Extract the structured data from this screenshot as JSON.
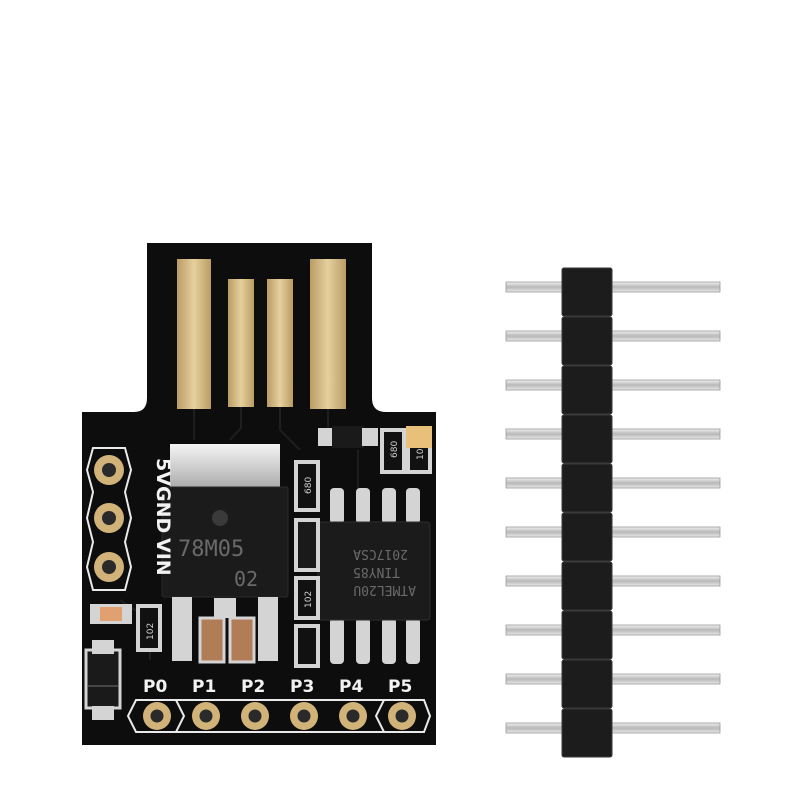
{
  "board": {
    "power_labels": [
      "5V",
      "GND",
      "VIN"
    ],
    "pin_labels": [
      "P0",
      "P1",
      "P2",
      "P3",
      "P4",
      "P5"
    ],
    "regulator_marking": [
      "78M05",
      "02"
    ],
    "mcu_marking": [
      "ATMEL20U",
      "TINY85",
      "2017CSA"
    ],
    "component_codes": [
      "680",
      "680",
      "102",
      "102",
      "102"
    ],
    "colors": {
      "pcb": "#0d0d0d",
      "gold": "#d9c08a",
      "solder": "#d4d4d4",
      "silkscreen": "#f2f2f2"
    }
  },
  "header": {
    "pin_count": 10
  }
}
